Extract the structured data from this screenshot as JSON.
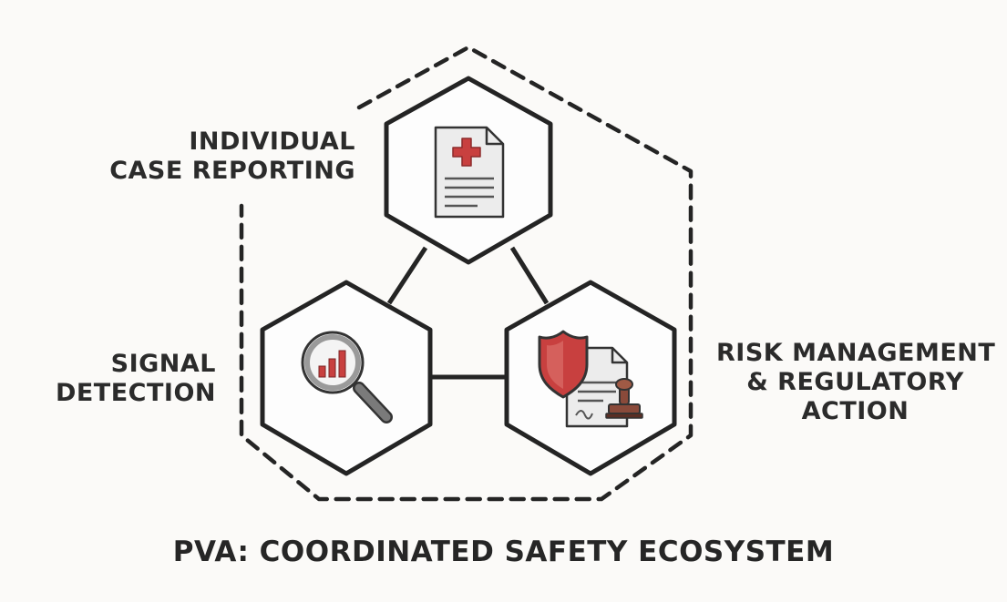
{
  "diagram": {
    "caption": "PVA: COORDINATED SAFETY ECOSYSTEM",
    "nodes": [
      {
        "id": "case-reporting",
        "label_lines": [
          "INDIVIDUAL",
          "CASE REPORTING"
        ],
        "icon": "medical-report-icon"
      },
      {
        "id": "signal-detection",
        "label_lines": [
          "SIGNAL",
          "DETECTION"
        ],
        "icon": "magnifier-chart-icon"
      },
      {
        "id": "risk-management",
        "label_lines": [
          "RISK MANAGEMENT",
          "& REGULATORY",
          "ACTION"
        ],
        "icon": "shield-document-stamp-icon"
      }
    ],
    "colors": {
      "stroke": "#242424",
      "accent_red": "#c8403f",
      "icon_gray": "#8a8a8a",
      "doc_fill": "#ececec",
      "stamp_brown": "#8a4a3a"
    }
  }
}
